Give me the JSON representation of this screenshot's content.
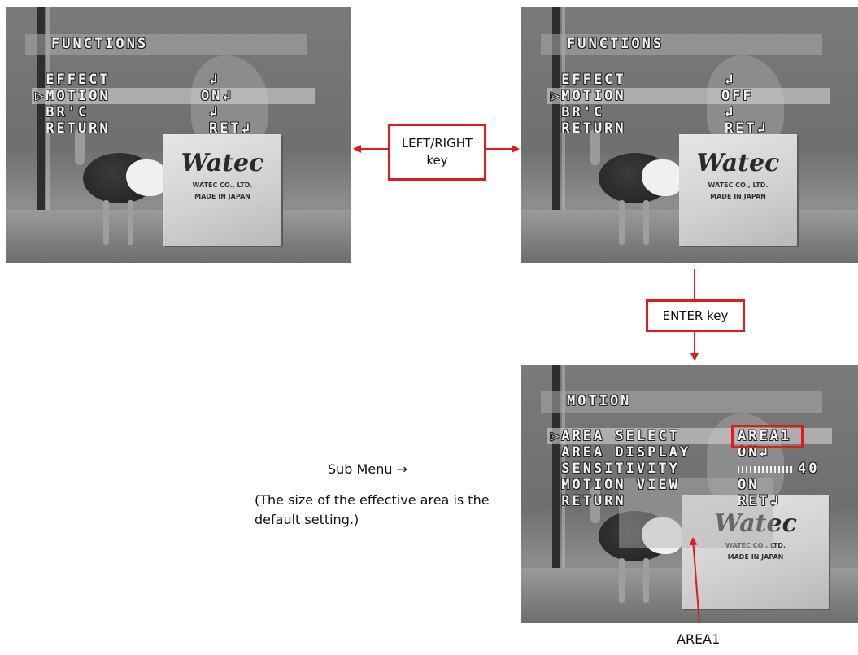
{
  "screens": {
    "top_left": {
      "menu_title": "FUNCTIONS",
      "rows": [
        {
          "label": " EFFECT",
          "value": "↲"
        },
        {
          "label": "▷MOTION",
          "value": "ON↲"
        },
        {
          "label": " BR'C",
          "value": "↲"
        },
        {
          "label": " RETURN",
          "value": "RET↲"
        }
      ],
      "box_brand": "Watec",
      "box_company": "WATEC CO., LTD.",
      "box_origin": "MADE IN JAPAN"
    },
    "top_right": {
      "menu_title": "FUNCTIONS",
      "rows": [
        {
          "label": " EFFECT",
          "value": "↲"
        },
        {
          "label": "▷MOTION",
          "value": "OFF"
        },
        {
          "label": " BR'C",
          "value": "↲"
        },
        {
          "label": " RETURN",
          "value": "RET↲"
        }
      ],
      "box_brand": "Watec",
      "box_company": "WATEC CO., LTD.",
      "box_origin": "MADE IN JAPAN"
    },
    "bottom_right": {
      "menu_title": "MOTION",
      "rows": [
        {
          "label": "▷AREA SELECT",
          "value": "AREA1"
        },
        {
          "label": " AREA DISPLAY",
          "value": "ON↲"
        },
        {
          "label": " SENSITIVITY",
          "value": "40"
        },
        {
          "label": " MOTION VIEW",
          "value": "ON"
        },
        {
          "label": " RETURN",
          "value": "RET↲"
        }
      ],
      "box_brand": "Watec",
      "box_company": "WATEC CO., LTD.",
      "box_origin": "MADE IN JAPAN"
    }
  },
  "labels": {
    "left_right_key": "LEFT/RIGHT key",
    "enter_key": "ENTER key",
    "sub_menu": "Sub Menu  →",
    "note": "(The size of the effective area is the default setting.)",
    "area1": "AREA1"
  },
  "colors": {
    "annotation_red": "#e01b1b"
  }
}
